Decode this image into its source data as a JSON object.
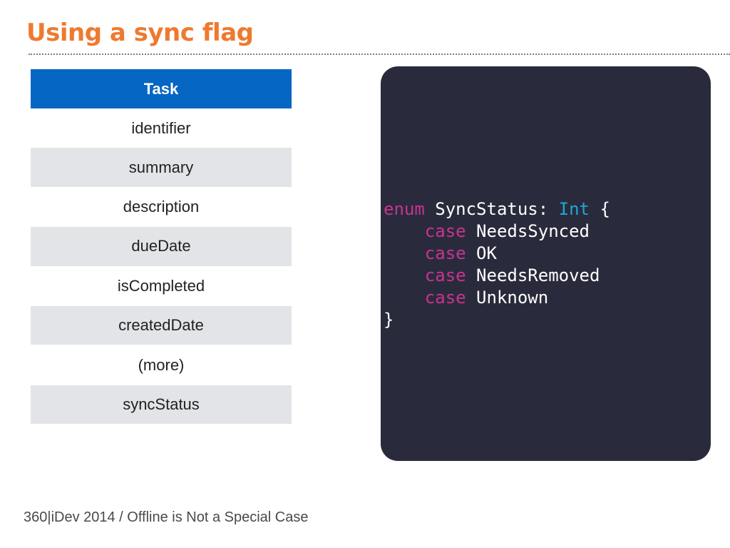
{
  "slide": {
    "title": "Using a sync flag",
    "footer": "360|iDev 2014 / Offline is Not a Special Case"
  },
  "entity_table": {
    "header": "Task",
    "rows": [
      "identifier",
      "summary",
      "description",
      "dueDate",
      "isCompleted",
      "createdDate",
      "(more)",
      "syncStatus"
    ]
  },
  "code": {
    "enum_keyword": "enum",
    "enum_name": "SyncStatus:",
    "raw_type": "Int",
    "open_brace": "{",
    "case_keyword": "case",
    "cases": [
      "NeedsSynced",
      "OK",
      "NeedsRemoved",
      "Unknown"
    ],
    "close_brace": "}"
  },
  "colors": {
    "title": "#ee7a2f",
    "table_header_bg": "#0666c4",
    "table_row_shaded_bg": "#e3e4e8",
    "code_panel_bg": "#292b3c",
    "code_keyword": "#c9338f",
    "code_type": "#1fa7d6"
  }
}
